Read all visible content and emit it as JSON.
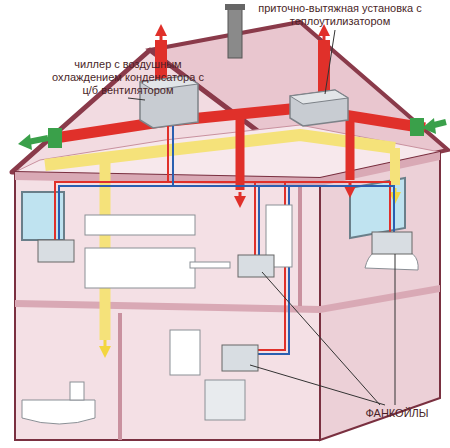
{
  "diagram": {
    "labels": [
      "чиллер с воздушным охлаждением конденсатора с ц/б вентилятором",
      "приточно-вытяжная установка с теплоутилизатором",
      "ФАНКОЙЛЫ"
    ]
  }
}
